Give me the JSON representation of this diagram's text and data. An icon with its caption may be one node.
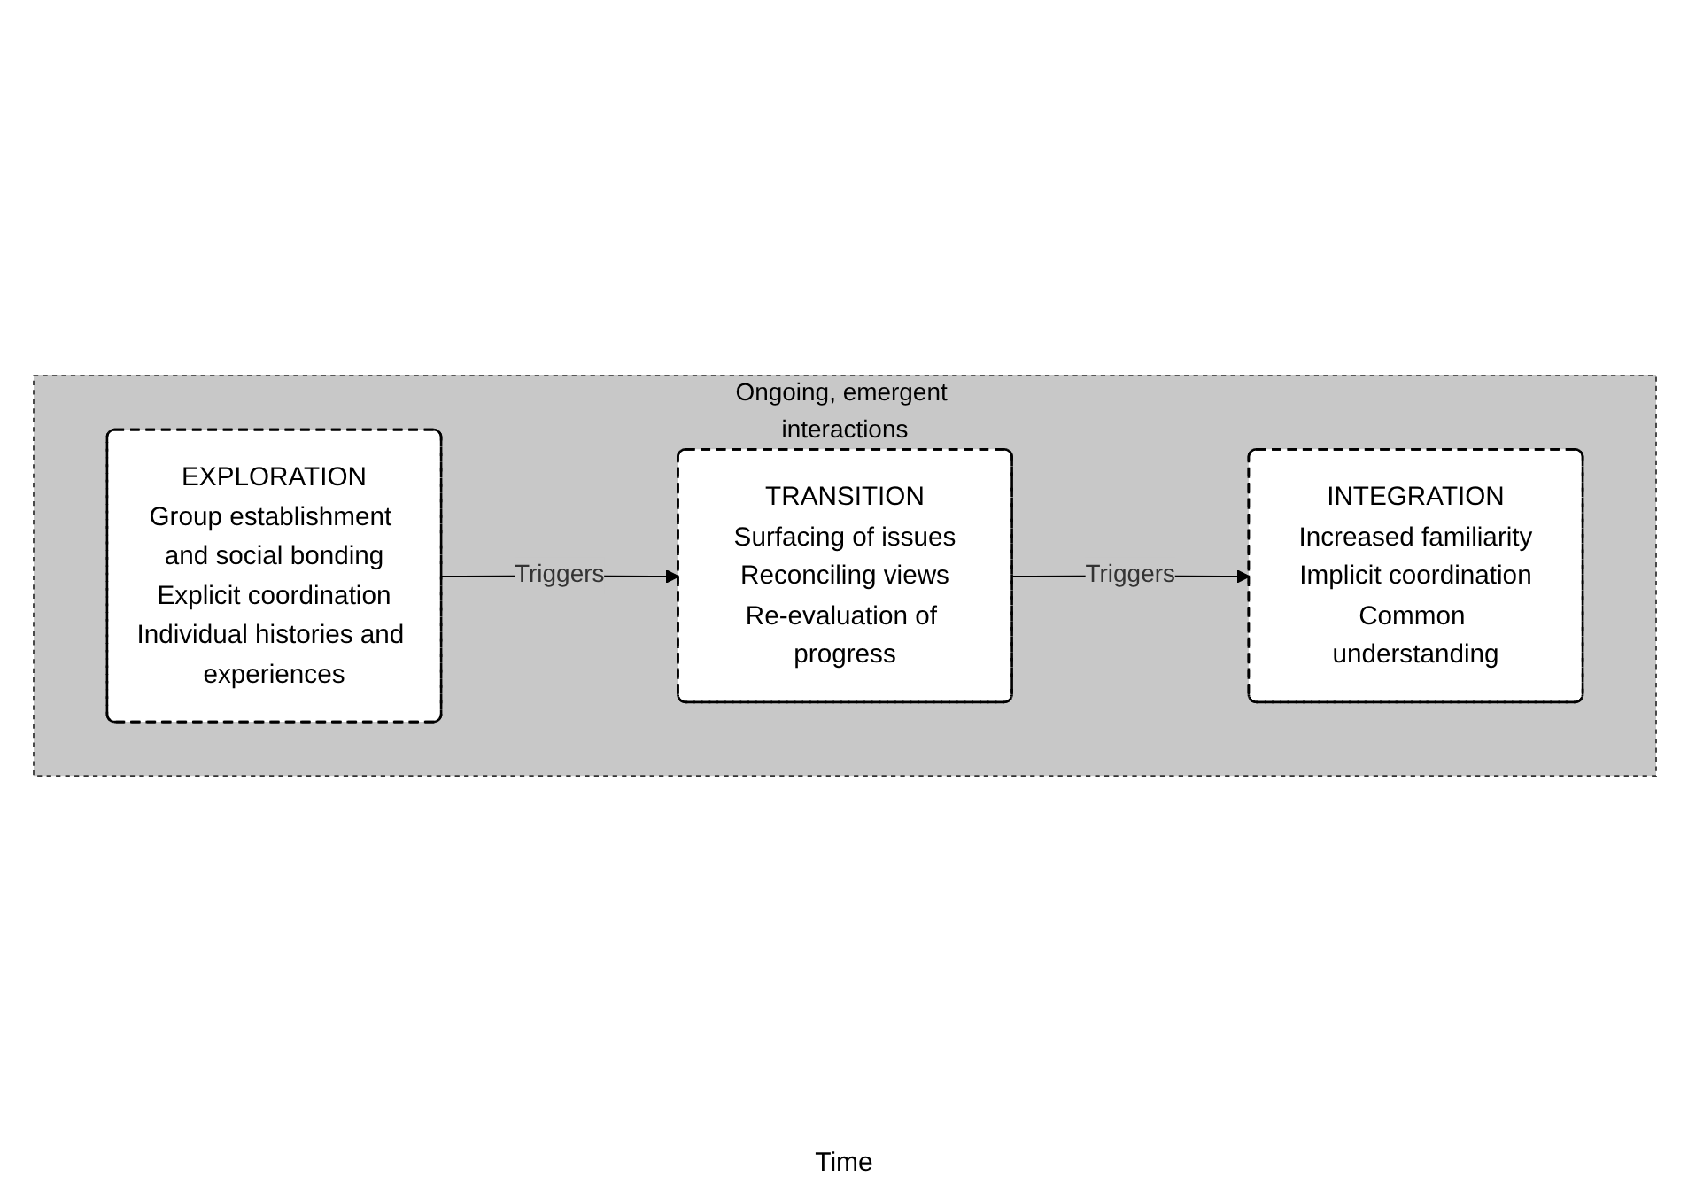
{
  "diagram": {
    "nodes": [
      {
        "text": [
          "Ongoing, emergent interactions"
        ]
      },
      {
        "text": [
          "EXPLORATION",
          "Group establishment and social bonding",
          "Explicit coordination",
          "Individual histories and experiences"
        ],
        "in": 0
      },
      {
        "text": [
          "TRANSITION",
          "Surfacing of issues",
          "Reconciling views",
          "Re-evaluation of progress"
        ],
        "in": 0
      },
      {
        "text": [
          "INTEGRATION",
          "Increased familiarity",
          "Implicit coordination",
          "Common understanding"
        ],
        "in": 0
      }
    ],
    "edges": [
      {
        "from": 1,
        "to": 2,
        "arrow": "to",
        "label": "Triggers"
      },
      {
        "from": 2,
        "to": 3,
        "arrow": "to",
        "label": "Triggers"
      }
    ],
    "labels": [
      "Time"
    ]
  }
}
